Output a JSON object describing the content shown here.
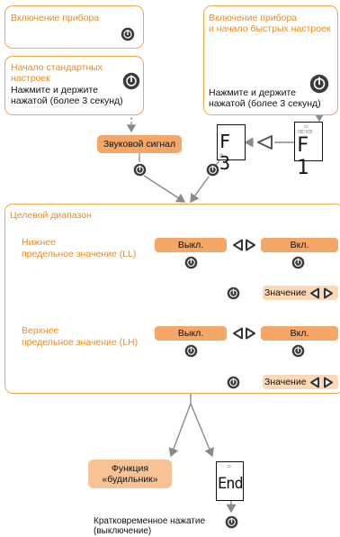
{
  "boxes": {
    "power_on": "Включение прибора",
    "power_quick_1": "Включение прибора",
    "power_quick_2": "и начало быстрых настроек",
    "std_title_1": "Начало стандартных",
    "std_title_2": "настроек",
    "press_hold_1": "Нажмите и держите",
    "press_hold_2": "нажатой (более 3 секунд)",
    "quick_press_1": "Нажмите и держите",
    "quick_press_2": "нажатой (более 3 секунд)"
  },
  "sound_signal": "Звуковой сигнал",
  "displays": {
    "f3": "F 3",
    "f1": "F 1",
    "end": "End"
  },
  "target_range": {
    "title": "Целевой диапазон",
    "ll_label_1": "Нижнее",
    "ll_label_2": "предельное значение (LL)",
    "lh_label_1": "Верхнее",
    "lh_label_2": "предельное значение (LH)",
    "off": "Выкл.",
    "on": "Вкл.",
    "value": "Значение"
  },
  "alarm_1": "Функция",
  "alarm_2": "«будильник»",
  "short_press_1": "Кратковременное нажатие",
  "short_press_2": "(выключение)",
  "colors": {
    "accent": "#ef8b1e",
    "box_border": "#f0a850",
    "pill": "#f4a766",
    "pill_light": "#fcd9b6",
    "arrow": "#8a8a8a"
  },
  "icons": [
    "power-button-icon",
    "arrow-left-icon",
    "arrow-right-icon"
  ]
}
